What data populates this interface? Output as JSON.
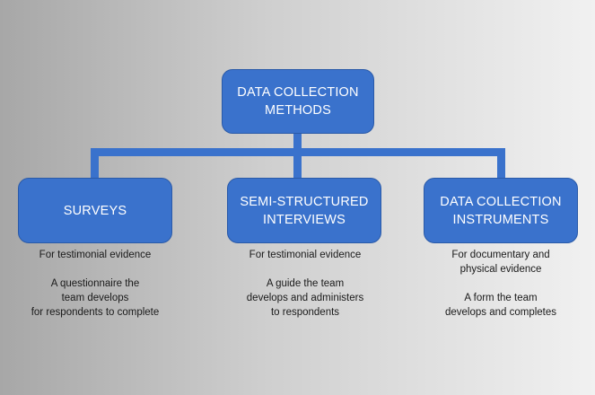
{
  "root": {
    "label": "DATA COLLECTION\nMETHODS"
  },
  "children": [
    {
      "label": "SURVEYS",
      "evidence": "For testimonial evidence",
      "description": "A questionnaire the\nteam develops\nfor respondents to complete"
    },
    {
      "label": "SEMI-STRUCTURED\nINTERVIEWS",
      "evidence": "For testimonial evidence",
      "description": "A guide the team\ndevelops and administers\nto respondents"
    },
    {
      "label": "DATA COLLECTION\nINSTRUMENTS",
      "evidence": "For documentary and\nphysical evidence",
      "description": "A form the team\ndevelops and completes"
    }
  ],
  "colors": {
    "box_fill": "#3a72cc",
    "box_text": "#ffffff",
    "connector": "#3a72cc",
    "caption_text": "#1a1a1a"
  }
}
